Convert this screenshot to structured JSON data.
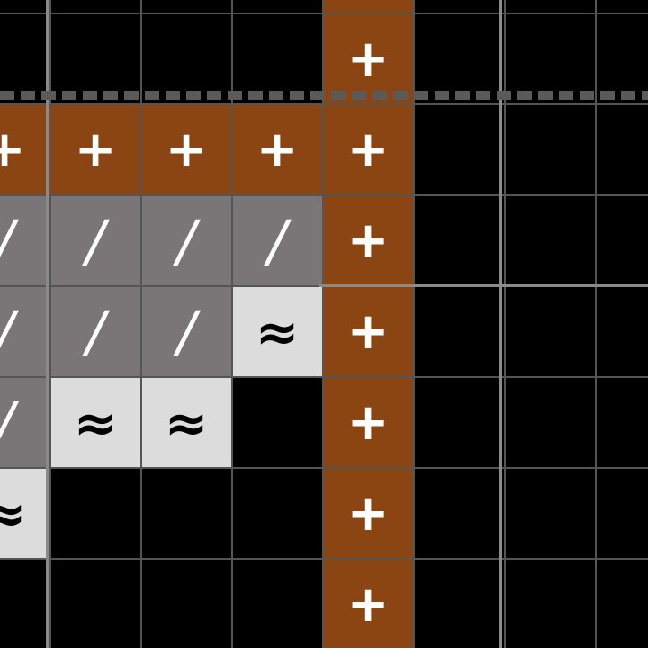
{
  "board": {
    "origin_col": -0.45,
    "origin_row": -0.85,
    "glyphs": {
      "empty": "",
      "plus": "+",
      "slash": "/",
      "wave": "≈"
    },
    "rows": [
      [
        "empty",
        "empty",
        "empty",
        "empty",
        "plus",
        "empty",
        "empty",
        "empty"
      ],
      [
        "empty",
        "empty",
        "empty",
        "empty",
        "plus",
        "empty",
        "empty",
        "empty"
      ],
      [
        "plus",
        "plus",
        "plus",
        "plus",
        "plus",
        "empty",
        "empty",
        "empty"
      ],
      [
        "slash",
        "slash",
        "slash",
        "slash",
        "plus",
        "empty",
        "empty",
        "empty"
      ],
      [
        "slash",
        "slash",
        "slash",
        "wave",
        "plus",
        "empty",
        "empty",
        "empty"
      ],
      [
        "slash",
        "wave",
        "wave",
        "empty",
        "plus",
        "empty",
        "empty",
        "empty"
      ],
      [
        "wave",
        "empty",
        "empty",
        "empty",
        "plus",
        "empty",
        "empty",
        "empty"
      ],
      [
        "empty",
        "empty",
        "empty",
        "empty",
        "plus",
        "empty",
        "empty",
        "empty"
      ]
    ]
  },
  "colors": {
    "background": "#000000",
    "plus_tile": "#8b4513",
    "slash_tile": "#7a7677",
    "wave_tile": "#dcdcdc",
    "grid_line": "#555555",
    "major_line": "#8a8a8a",
    "dashed_line": "#5a5a5a"
  }
}
